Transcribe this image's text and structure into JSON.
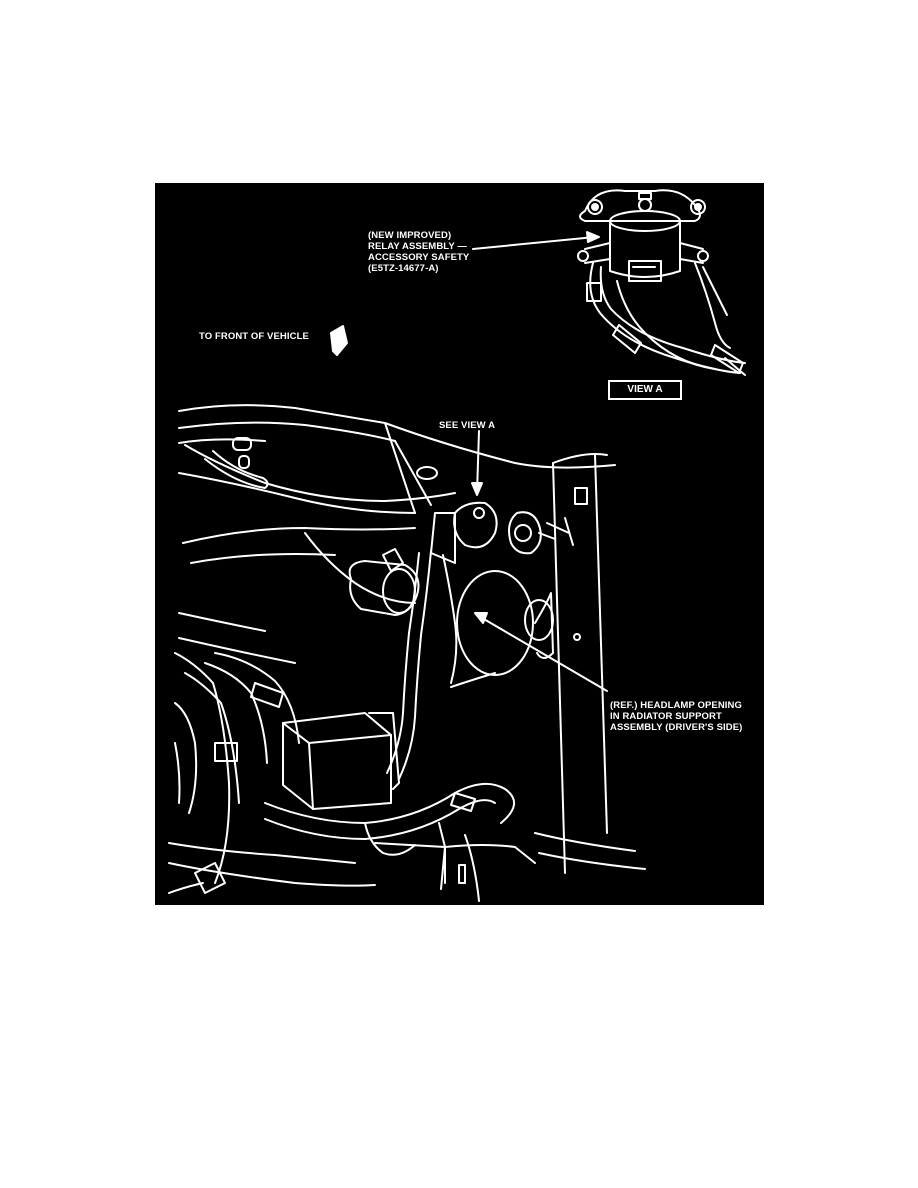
{
  "figure": {
    "background_color": "#000000",
    "line_color": "#ffffff",
    "labels": {
      "relay_callout": [
        "(NEW IMPROVED)",
        "RELAY ASSEMBLY —",
        "ACCESSORY SAFETY",
        "(E5TZ-14677-A)"
      ],
      "front_of_vehicle": "TO FRONT OF VEHICLE",
      "view_a_box": "VIEW A",
      "see_view_a": "SEE VIEW A",
      "headlamp_callout": [
        "(REF.) HEADLAMP OPENING",
        "IN RADIATOR SUPPORT",
        "ASSEMBLY (DRIVER'S SIDE)"
      ]
    }
  }
}
